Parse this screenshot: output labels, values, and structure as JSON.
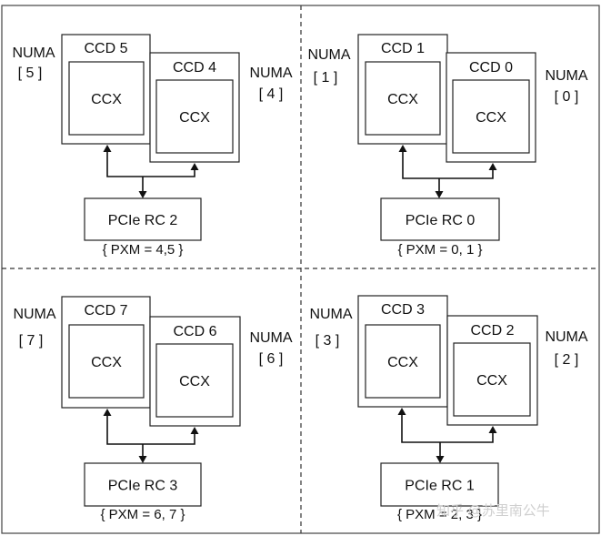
{
  "quadrants": [
    {
      "id": "top-left",
      "numa_left": {
        "label": "NUMA",
        "index": "[ 5 ]"
      },
      "numa_right": {
        "label": "NUMA",
        "index": "[ 4 ]"
      },
      "ccd_back": {
        "title": "CCD 5",
        "inner": "CCX"
      },
      "ccd_front": {
        "title": "CCD 4",
        "inner": "CCX"
      },
      "pcie": "PCIe RC 2",
      "pxm": "{ PXM = 4,5 }"
    },
    {
      "id": "top-right",
      "numa_left": {
        "label": "NUMA",
        "index": "[ 1 ]"
      },
      "numa_right": {
        "label": "NUMA",
        "index": "[ 0 ]"
      },
      "ccd_back": {
        "title": "CCD 1",
        "inner": "CCX"
      },
      "ccd_front": {
        "title": "CCD 0",
        "inner": "CCX"
      },
      "pcie": "PCIe RC 0",
      "pxm": "{ PXM = 0, 1 }"
    },
    {
      "id": "bottom-left",
      "numa_left": {
        "label": "NUMA",
        "index": "[ 7 ]"
      },
      "numa_right": {
        "label": "NUMA",
        "index": "[ 6 ]"
      },
      "ccd_back": {
        "title": "CCD 7",
        "inner": "CCX"
      },
      "ccd_front": {
        "title": "CCD 6",
        "inner": "CCX"
      },
      "pcie": "PCIe RC 3",
      "pxm": "{ PXM = 6, 7 }"
    },
    {
      "id": "bottom-right",
      "numa_left": {
        "label": "NUMA",
        "index": "[ 3 ]"
      },
      "numa_right": {
        "label": "NUMA",
        "index": "[ 2 ]"
      },
      "ccd_back": {
        "title": "CCD 3",
        "inner": "CCX"
      },
      "ccd_front": {
        "title": "CCD 2",
        "inner": "CCX"
      },
      "pcie": "PCIe RC 1",
      "pxm": "{ PXM = 2, 3 }"
    }
  ],
  "watermark": "知乎 @苏里南公牛"
}
